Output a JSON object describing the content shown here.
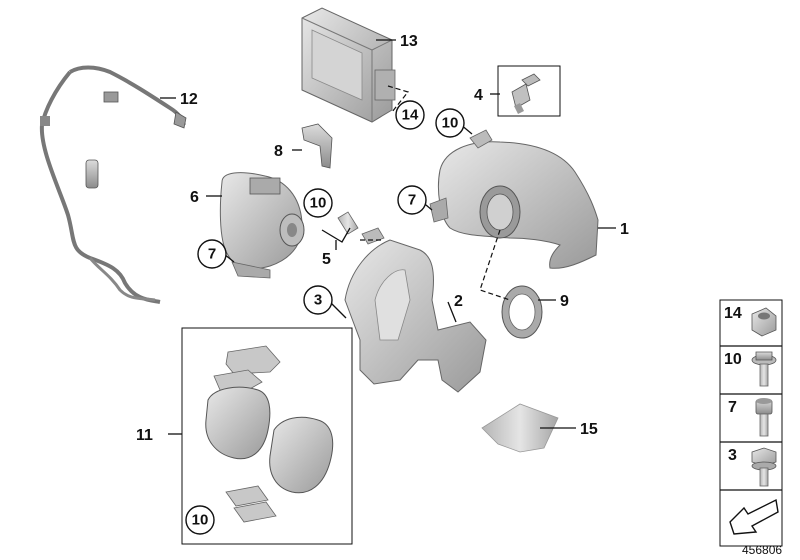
{
  "callouts": {
    "c1": "1",
    "c2": "2",
    "c3": "3",
    "c4": "4",
    "c5": "5",
    "c6": "6",
    "c7a": "7",
    "c7b": "7",
    "c8": "8",
    "c9": "9",
    "c10a": "10",
    "c10b": "10",
    "c10c": "10",
    "c11": "11",
    "c12": "12",
    "c13": "13",
    "c14": "14",
    "c15": "15"
  },
  "legend": {
    "items": [
      "14",
      "10",
      "7",
      "3"
    ]
  },
  "reference_number": "456806",
  "colors": {
    "part_fill": "#c9c9c9",
    "part_dark": "#8a8a8a",
    "part_light": "#e6e6e6",
    "line": "#111111"
  }
}
